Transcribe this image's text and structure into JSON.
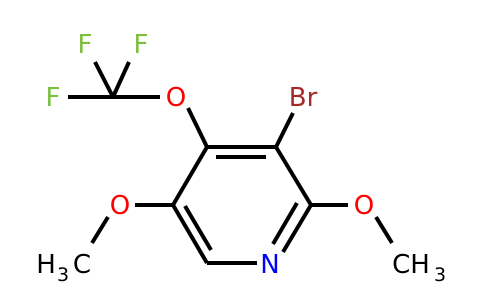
{
  "molecule": {
    "atoms": {
      "F_top_left": "F",
      "F_top_right": "F",
      "F_left": "F",
      "O_ocf3": "O",
      "Br": "Br",
      "O_left_methoxy": "O",
      "O_right_methoxy": "O",
      "N_ring": "N",
      "CH3_left_H": "H",
      "CH3_left_sub": "3",
      "CH3_left_C": "C",
      "CH3_right_C": "CH",
      "CH3_right_sub": "3"
    },
    "colors": {
      "fluorine": "#7cbf3c",
      "oxygen": "#ff0000",
      "bromine": "#a52a2a",
      "nitrogen": "#0000ff",
      "carbon": "#000000"
    }
  }
}
